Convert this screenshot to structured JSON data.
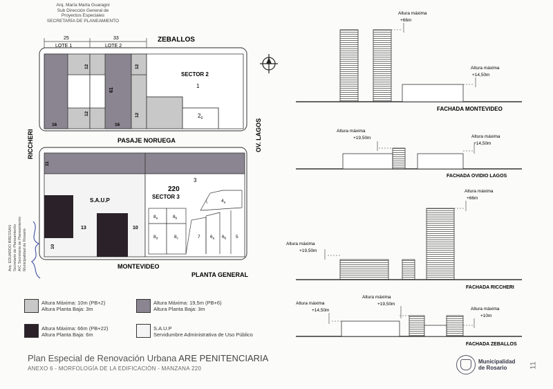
{
  "header": {
    "line1": "Arq. María Marta Guaragni",
    "line2": "Sub Dirección General de",
    "line3": "Proyectos Especiales",
    "line4": "SECRETARÍA DE PLANEAMIENTO"
  },
  "plan": {
    "streets": {
      "north": "ZEBALLOS",
      "south": "MONTEVIDEO",
      "west": "RICCHERI",
      "east": "OV. LAGOS",
      "middle": "PASAJE NORUEGA"
    },
    "lotes": [
      {
        "label": "LOTE 1",
        "width": "25"
      },
      {
        "label": "LOTE 2",
        "width": "33"
      }
    ],
    "dims": {
      "d12a": "12",
      "d12b": "12",
      "d12c": "12",
      "d12d": "12",
      "d61": "61",
      "d16a": "16",
      "d16b": "16",
      "d13": "13",
      "d10a": "10",
      "d10b": "10",
      "d11": "11"
    },
    "sector2": {
      "title": "SECTOR 2",
      "p1": "1",
      "p2": "2",
      "p2sub": "0"
    },
    "sector3": {
      "num": "220",
      "title": "SECTOR 3",
      "p3": "3",
      "saup": "S.A.U.P",
      "parcels": [
        {
          "m": "8",
          "s": "a"
        },
        {
          "m": "8",
          "s": "b"
        },
        {
          "m": "8",
          "s": "d"
        },
        {
          "m": "8",
          "s": "c"
        },
        {
          "m": "7",
          "s": ""
        },
        {
          "m": "6",
          "s": "a"
        },
        {
          "m": "6",
          "s": "b"
        },
        {
          "m": "5",
          "s": ""
        },
        {
          "m": "4",
          "s": "a"
        }
      ]
    },
    "caption": "PLANTA GENERAL"
  },
  "elevations": {
    "label_altura": "Altura máxima",
    "montevideo": {
      "caption": "FACHADA MONTEVIDEO",
      "a1": "+66m",
      "a2": "+14,50m"
    },
    "ovidio": {
      "caption": "FACHADA OVIDIO LAGOS",
      "a1": "+19,50m",
      "a2": "+14,50m"
    },
    "riccheri": {
      "caption": "FACHADA RICCHERI",
      "a1": "+19,50m",
      "a2": "+66m"
    },
    "zeballos": {
      "caption": "FACHADA ZEBALLOS",
      "a1": "+14,50m",
      "a2": "+19,50m",
      "a3": "+10m"
    }
  },
  "legend": [
    {
      "line1": "Altura Máxima: 10m (PB+2)",
      "line2": "Altura Planta Baja: 3m",
      "color": "#c8c8c8"
    },
    {
      "line1": "Altura Máxima: 19,5m (PB+6)",
      "line2": "Altura Planta Baja: 3m",
      "color": "#8a8590"
    },
    {
      "line1": "Altura Máxima: 66m (PB+22)",
      "line2": "Altura Planta Baja: 6m",
      "color": "#2a2228"
    },
    {
      "line1": "S.A.U.P",
      "line2": "Servidumbre Administrativa de Uso Público",
      "color": "#f4f4f4"
    }
  ],
  "stamp": {
    "line1": "Arq. EDUARDO BRESSAN",
    "line2": "Secretario de Planeamiento",
    "line3": "A/C Secretaría de Planeamiento",
    "line4": "Municipalidad de Rosario"
  },
  "footer": {
    "title_prefix": "Plan Especial de Renovación Urbana ",
    "title_bold": "ARE PENITENCIARIA",
    "subtitle": "ANEXO 6 - MORFOLOGÍA DE LA EDIFICACIÓN - MANZANA 220",
    "muni1": "Municipalidad",
    "muni2": "de Rosario",
    "page": "11"
  },
  "colors": {
    "light": "#c8c8c8",
    "mid": "#8a8590",
    "dark": "#2a2228",
    "line": "#333333"
  }
}
